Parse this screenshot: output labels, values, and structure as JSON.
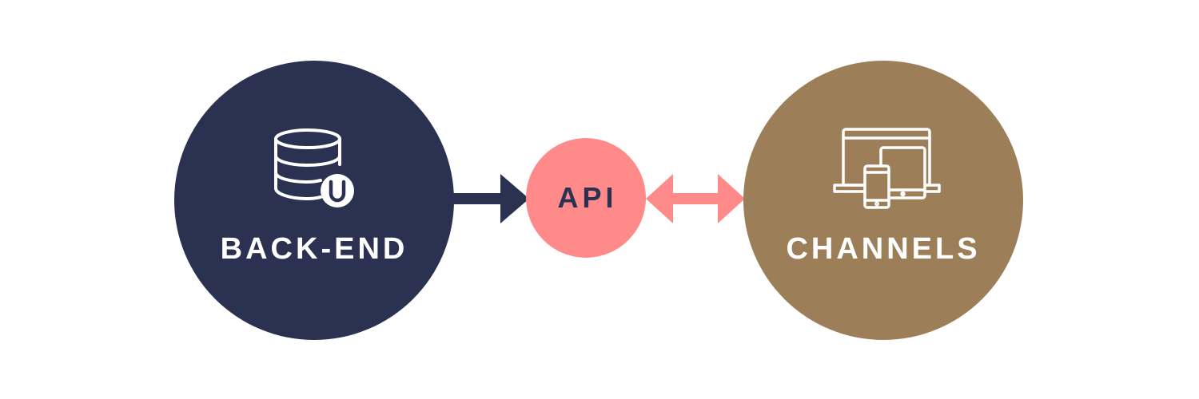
{
  "nodes": {
    "backend": {
      "label": "BACK-END",
      "color": "#2b3150",
      "icon": "database-icon"
    },
    "api": {
      "label": "API",
      "color": "#ff8a8a"
    },
    "channels": {
      "label": "CHANNELS",
      "color": "#9c7f58",
      "icon": "devices-icon"
    }
  },
  "connectors": {
    "backend_to_api": {
      "direction": "one-way",
      "color": "#2b3150"
    },
    "api_to_channels": {
      "direction": "two-way",
      "color": "#ff8a8a"
    }
  }
}
